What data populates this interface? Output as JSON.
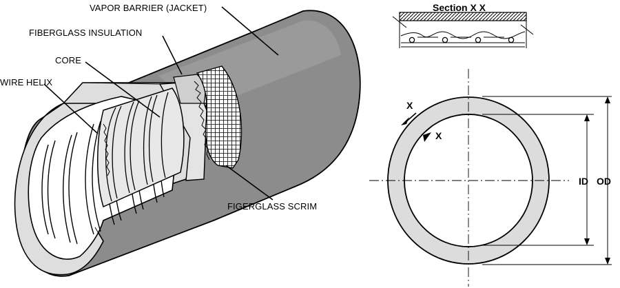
{
  "labels": {
    "vapor_barrier": "VAPOR BARRIER (JACKET)",
    "fiberglass_insulation": "FIBERGLASS INSULATION",
    "core": "CORE",
    "wire_helix": "WIRE HELIX",
    "fiberglass_scrim": "FIGERGLASS SCRIM",
    "section": "Section X X",
    "x_top": "X",
    "x_bottom": "X",
    "id": "ID",
    "od": "OD"
  },
  "colors": {
    "jacket": "#8c8c8c",
    "insulation": "#dedede",
    "core": "#e8e8e8",
    "ring": "#dcdcdc",
    "line": "#000000",
    "background": "#ffffff"
  }
}
